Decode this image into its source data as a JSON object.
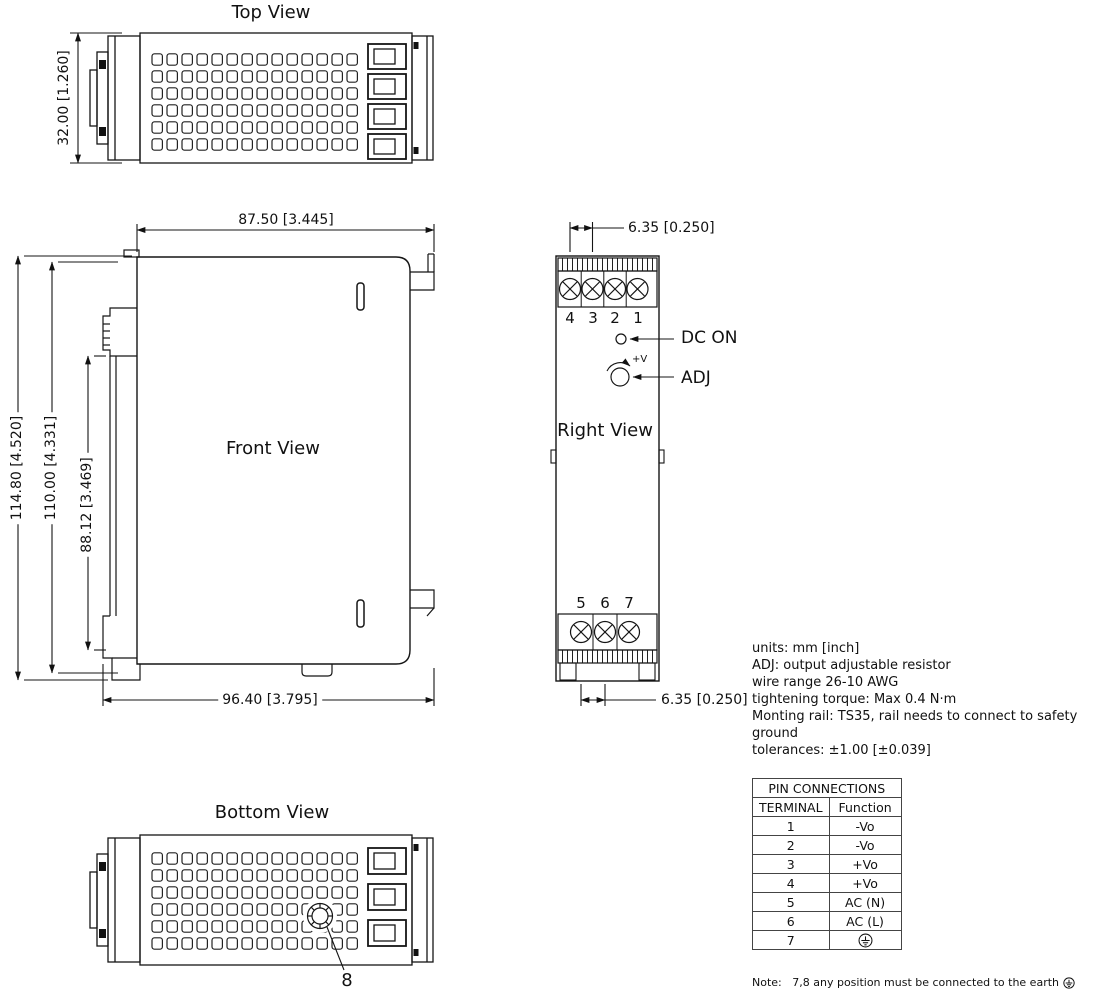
{
  "views": {
    "top": {
      "title": "Top View",
      "dim_height": "32.00 [1.260]"
    },
    "front": {
      "title": "Front View",
      "dim_width_top": "87.50 [3.445]",
      "dim_height_outer": "114.80 [4.520]",
      "dim_height_mid": "110.00 [4.331]",
      "dim_height_inner": "88.12 [3.469]",
      "dim_width_bottom": "96.40 [3.795]"
    },
    "right": {
      "title": "Right View",
      "dim_pitch_top": "6.35 [0.250]",
      "dim_pitch_bottom": "6.35 [0.250]",
      "terminals_top": [
        "4",
        "3",
        "2",
        "1"
      ],
      "terminals_bottom": [
        "5",
        "6",
        "7"
      ],
      "dc_on_label": "DC ON",
      "adj_label": "ADJ",
      "adj_v_label": "+V"
    },
    "bottom": {
      "title": "Bottom View",
      "callout": "8"
    }
  },
  "notes": {
    "lines": [
      "units: mm [inch]",
      "ADJ: output adjustable resistor",
      "wire range 26-10 AWG",
      "tightening torque: Max 0.4 N·m",
      "Monting rail: TS35, rail needs to connect to safety ground",
      "tolerances: ±1.00 [±0.039]"
    ]
  },
  "pin_table": {
    "title": "PIN CONNECTIONS",
    "columns": [
      "TERMINAL",
      "Function"
    ],
    "rows": [
      {
        "terminal": "1",
        "function": "-Vo"
      },
      {
        "terminal": "2",
        "function": "-Vo"
      },
      {
        "terminal": "3",
        "function": "+Vo"
      },
      {
        "terminal": "4",
        "function": "+Vo"
      },
      {
        "terminal": "5",
        "function": "AC (N)"
      },
      {
        "terminal": "6",
        "function": "AC (L)"
      },
      {
        "terminal": "7",
        "function_icon": "earth-ground-icon"
      }
    ],
    "note_prefix": "Note:",
    "note_text": "7,8 any position must be connected to the earth"
  }
}
